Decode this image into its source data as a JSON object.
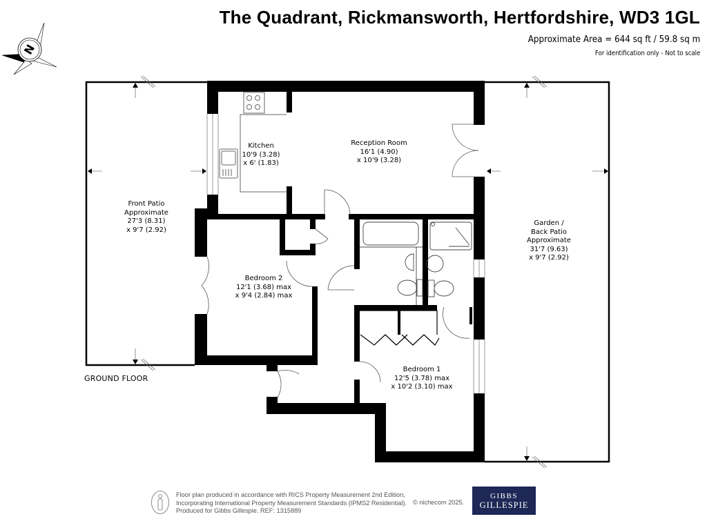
{
  "header": {
    "title": "The Quadrant, Rickmansworth, Hertfordshire, WD3 1GL",
    "area": "Approximate Area = 644 sq ft / 59.8 sq m",
    "disclaimer": "For identification only - Not to scale"
  },
  "compass": {
    "icon": "north-compass-icon",
    "letter": "N"
  },
  "floor": {
    "label": "GROUND FLOOR"
  },
  "rooms": [
    {
      "id": "front-patio",
      "lines": [
        "Front Patio",
        "Approximate",
        "27'3 (8.31)",
        "x 9'7 (2.92)"
      ]
    },
    {
      "id": "kitchen",
      "lines": [
        "Kitchen",
        "10'9 (3.28)",
        "x 6' (1.83)"
      ]
    },
    {
      "id": "reception-room",
      "lines": [
        "Reception Room",
        "16'1 (4.90)",
        "x 10'9 (3.28)"
      ]
    },
    {
      "id": "garden-back-patio",
      "lines": [
        "Garden /",
        "Back Patio",
        "Approximate",
        "31'7 (9.63)",
        "x 9'7 (2.92)"
      ]
    },
    {
      "id": "bedroom-2",
      "lines": [
        "Bedroom 2",
        "12'1 (3.68) max",
        "x 9'4 (2.84) max"
      ]
    },
    {
      "id": "bedroom-1",
      "lines": [
        "Bedroom 1",
        "12'5 (3.78) max",
        "x 10'2 (3.10) max"
      ]
    }
  ],
  "footer": {
    "lines": [
      "Floor plan produced in accordance with RICS Property Measurement 2nd Edition,",
      "Incorporating International Property Measurement Standards (IPMS2 Residential).",
      "Produced for Gibbs Gillespie.   REF:  1315889"
    ],
    "copyright": "© nichecom 2025.",
    "logo": {
      "line1": "GIBBS",
      "line2": "GILLESPIE",
      "bg_color": "#1d2856"
    }
  },
  "colors": {
    "wall": "#000000",
    "fixture_line": "#555555",
    "background": "#ffffff"
  }
}
